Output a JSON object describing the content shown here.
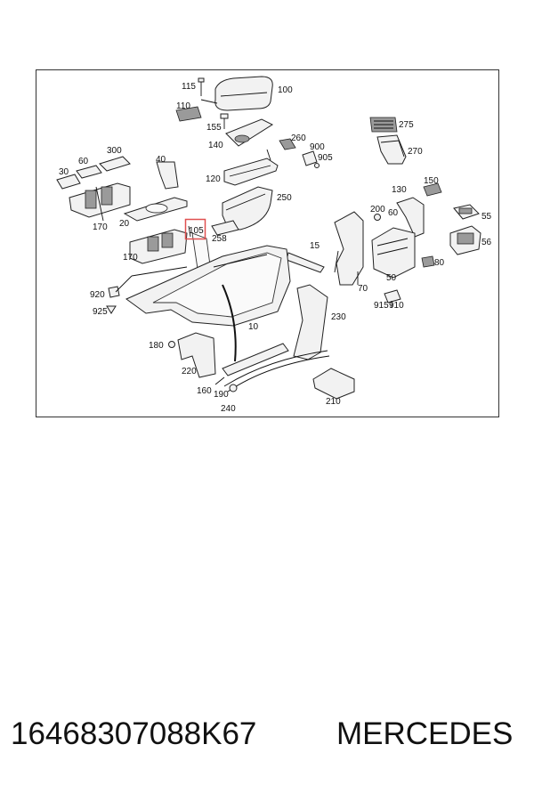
{
  "labels": {
    "l115": "115",
    "l100": "100",
    "l110": "110",
    "l155": "155",
    "l140": "140",
    "l275": "275",
    "l260": "260",
    "l900": "900",
    "l905": "905",
    "l270": "270",
    "l40": "40",
    "l300": "300",
    "l60": "60",
    "l30": "30",
    "l120": "120",
    "l250": "250",
    "l130": "130",
    "l150": "150",
    "l200": "200",
    "l55": "55",
    "l170a": "170",
    "l20": "20",
    "l105": "105",
    "l258": "258",
    "l15": "15",
    "l56": "56",
    "l60b": "60",
    "l50": "50",
    "l80": "80",
    "l170b": "170",
    "l70": "70",
    "l920": "920",
    "l925": "925",
    "l915": "915",
    "l910": "910",
    "l230": "230",
    "l10": "10",
    "l180": "180",
    "l220": "220",
    "l160": "160",
    "l190": "190",
    "l210": "210",
    "l240": "240"
  },
  "caption": {
    "part_number": "16468307088K67",
    "brand": "MERCEDES"
  },
  "highlight_color": "#e05050"
}
